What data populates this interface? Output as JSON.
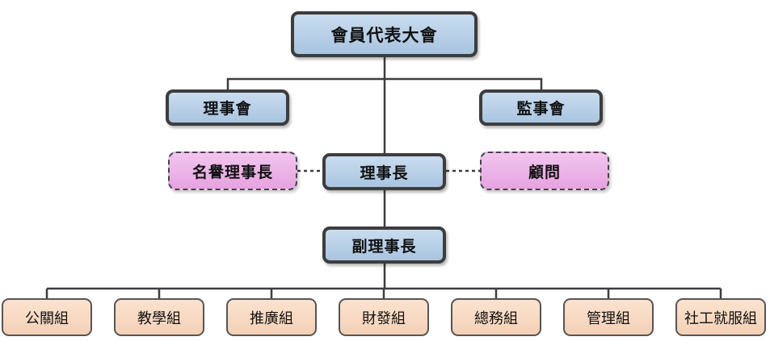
{
  "chart": {
    "top": "會員代表大會",
    "board": "理事會",
    "supervisors": "監事會",
    "chairman": "理事長",
    "honorary": "名譽理事長",
    "advisor": "顧問",
    "vice": "副理事長",
    "groups": [
      "公關組",
      "教學組",
      "推廣組",
      "財發組",
      "總務組",
      "管理組",
      "社工就服組"
    ]
  },
  "colors": {
    "main_node": "#b8d0ea",
    "honorary_node": "#eeb4ea",
    "group_node": "#f8dac4",
    "border": "#3d3d3d",
    "line": "#3d3d3d"
  }
}
